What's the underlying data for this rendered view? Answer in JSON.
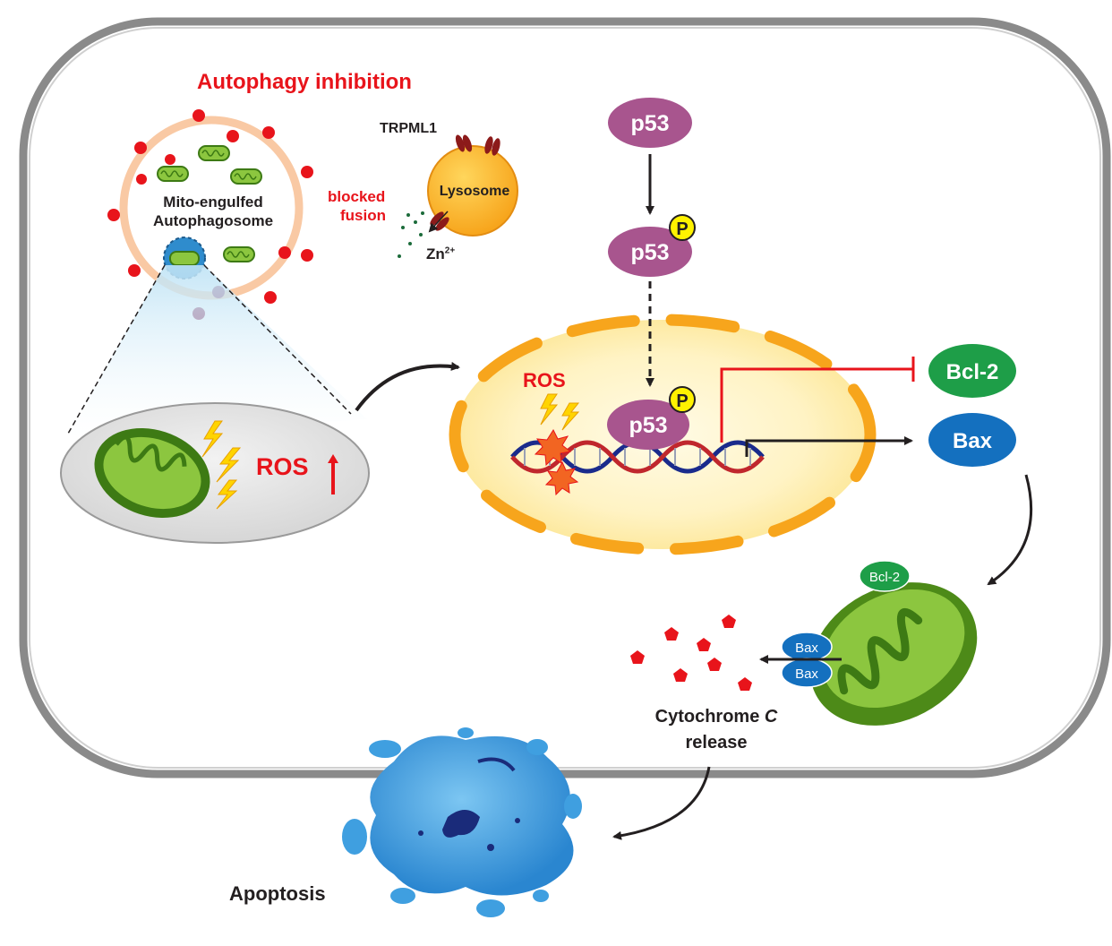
{
  "labels": {
    "autophagy_inhibition": "Autophagy inhibition",
    "trpml1": "TRPML1",
    "lysosome": "Lysosome",
    "blocked": "blocked",
    "fusion": "fusion",
    "zn": "Zn",
    "zn_charge": "2+",
    "mito_engulfed": "Mito-engulfed",
    "autophagosome": "Autophagosome",
    "ros_mito": "ROS",
    "ros_nucleus": "ROS",
    "p53_top": "p53",
    "p53_mid": "p53",
    "p53_nucleus": "p53",
    "phospho_mid": "P",
    "phospho_nucleus": "P",
    "bcl2_right": "Bcl-2",
    "bax_right": "Bax",
    "bcl2_mito": "Bcl-2",
    "bax_mito_1": "Bax",
    "bax_mito_2": "Bax",
    "cytochrome": "Cytochrome",
    "cytochrome_c": "C",
    "release": "release",
    "apoptosis": "Apoptosis"
  },
  "colors": {
    "cell_membrane": "#8a8a8a",
    "highlight_red": "#e8141b",
    "p53": "#a8558e",
    "phospho": "#fff200",
    "bcl2": "#1e9e48",
    "bax": "#1470bf",
    "mitochondria": "#5c9a1e",
    "nucleus_envelope": "#f7a51c",
    "apoptotic_cell": "#3f9fe0"
  }
}
